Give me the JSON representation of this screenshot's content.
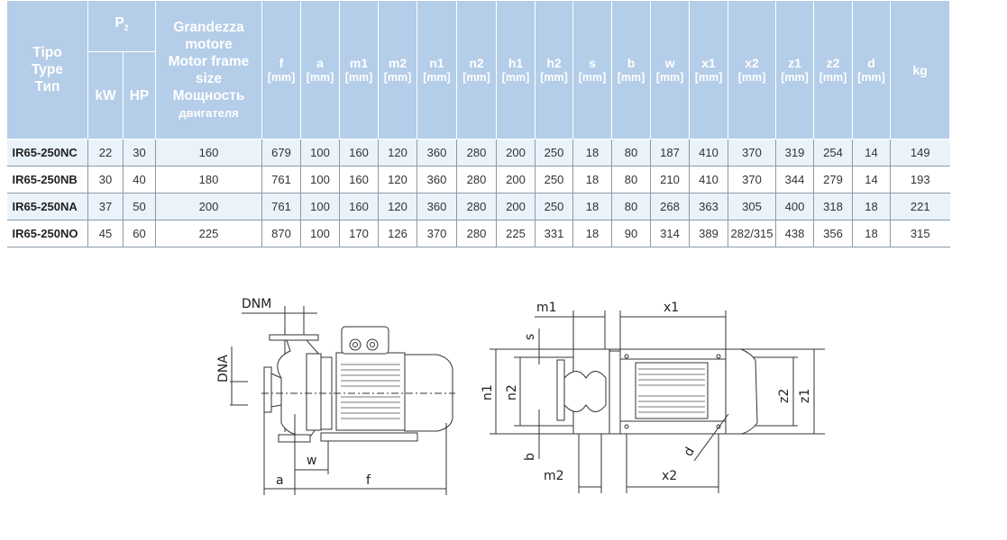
{
  "table": {
    "header": {
      "type": [
        "Tipo",
        "Type",
        "Тип"
      ],
      "p2": "P",
      "p2_sub": "2",
      "kw": "kW",
      "hp": "HP",
      "frame": [
        "Grandezza",
        "motore",
        "Motor frame",
        "size",
        "Мощность",
        "двигателя"
      ],
      "dims": [
        {
          "name": "f",
          "unit": "[mm]"
        },
        {
          "name": "a",
          "unit": "[mm]"
        },
        {
          "name": "m1",
          "unit": "[mm]"
        },
        {
          "name": "m2",
          "unit": "[mm]"
        },
        {
          "name": "n1",
          "unit": "[mm]"
        },
        {
          "name": "n2",
          "unit": "[mm]"
        },
        {
          "name": "h1",
          "unit": "[mm]"
        },
        {
          "name": "h2",
          "unit": "[mm]"
        },
        {
          "name": "s",
          "unit": "[mm]"
        },
        {
          "name": "b",
          "unit": "[mm]"
        },
        {
          "name": "w",
          "unit": "[mm]"
        },
        {
          "name": "x1",
          "unit": "[mm]"
        },
        {
          "name": "x2",
          "unit": "[mm]"
        },
        {
          "name": "z1",
          "unit": "[mm]"
        },
        {
          "name": "z2",
          "unit": "[mm]"
        },
        {
          "name": "d",
          "unit": "[mm]"
        }
      ],
      "kg": "kg"
    },
    "rows": [
      [
        "IR65-250NC",
        "22",
        "30",
        "160",
        "679",
        "100",
        "160",
        "120",
        "360",
        "280",
        "200",
        "250",
        "18",
        "80",
        "187",
        "410",
        "370",
        "319",
        "254",
        "14",
        "149"
      ],
      [
        "IR65-250NB",
        "30",
        "40",
        "180",
        "761",
        "100",
        "160",
        "120",
        "360",
        "280",
        "200",
        "250",
        "18",
        "80",
        "210",
        "410",
        "370",
        "344",
        "279",
        "14",
        "193"
      ],
      [
        "IR65-250NA",
        "37",
        "50",
        "200",
        "761",
        "100",
        "160",
        "120",
        "360",
        "280",
        "200",
        "250",
        "18",
        "80",
        "268",
        "363",
        "305",
        "400",
        "318",
        "18",
        "221"
      ],
      [
        "IR65-250NO",
        "45",
        "60",
        "225",
        "870",
        "100",
        "170",
        "126",
        "370",
        "280",
        "225",
        "331",
        "18",
        "90",
        "314",
        "389",
        "282/315",
        "438",
        "356",
        "18",
        "315"
      ]
    ]
  },
  "side_view": {
    "dnm": "DNM",
    "dna": "DNA",
    "w": "w",
    "a": "a",
    "f": "f"
  },
  "top_view": {
    "m1": "m1",
    "x1": "x1",
    "s": "s",
    "n1": "n1",
    "n2": "n2",
    "b": "b",
    "m2": "m2",
    "x2": "x2",
    "d": "d",
    "z2": "z2",
    "z1": "z1"
  },
  "colors": {
    "header_bg": "#b4cde8",
    "row_alt": "#eaf3fa"
  }
}
